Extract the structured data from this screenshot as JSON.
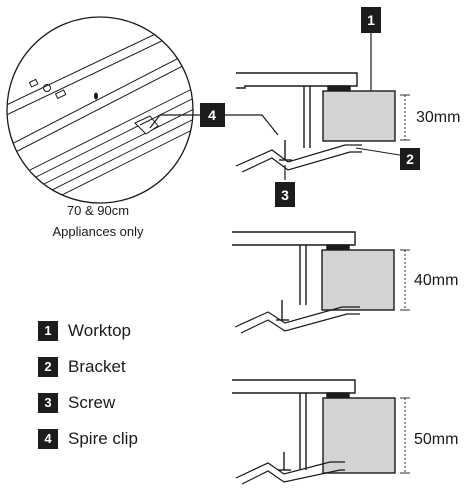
{
  "inset_caption": {
    "line1": "70 & 90cm",
    "line2": "Appliances only"
  },
  "callouts": {
    "worktop": "1",
    "bracket": "2",
    "screw": "3",
    "spire_clip": "4"
  },
  "dimensions": {
    "top": "30mm",
    "middle": "40mm",
    "bottom": "50mm"
  },
  "legend": [
    {
      "number": "1",
      "label": "Worktop"
    },
    {
      "number": "2",
      "label": "Bracket"
    },
    {
      "number": "3",
      "label": "Screw"
    },
    {
      "number": "4",
      "label": "Spire clip"
    }
  ],
  "colors": {
    "worktop_fill": "#d3d3d3",
    "badge": "#1c1c1c",
    "line": "#1a1a1a"
  }
}
